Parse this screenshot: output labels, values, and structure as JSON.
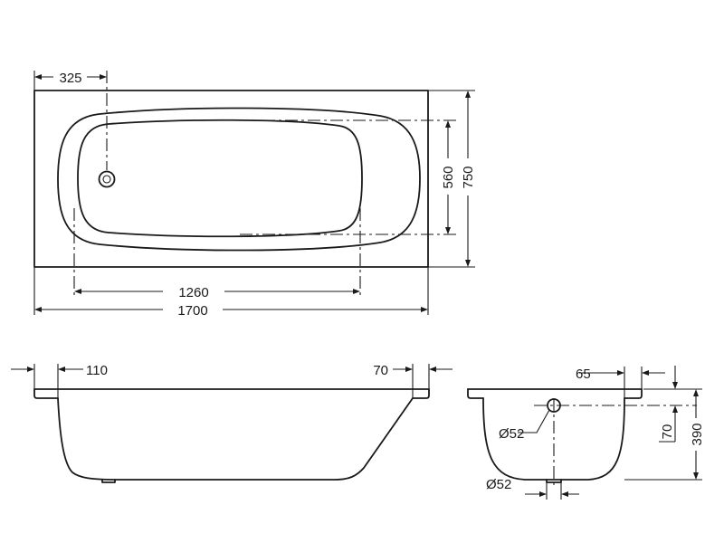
{
  "top_view": {
    "dims": {
      "drain_offset": "325",
      "inner_length": "1260",
      "overall_length": "1700",
      "inner_width": "560",
      "overall_width": "750"
    }
  },
  "side_view": {
    "dims": {
      "left_rim": "110",
      "right_rim": "70"
    }
  },
  "end_view": {
    "dims": {
      "rim_width": "65",
      "overflow_diameter": "Ø52",
      "overflow_height": "70",
      "total_height": "390",
      "waste_diameter": "Ø52"
    }
  }
}
